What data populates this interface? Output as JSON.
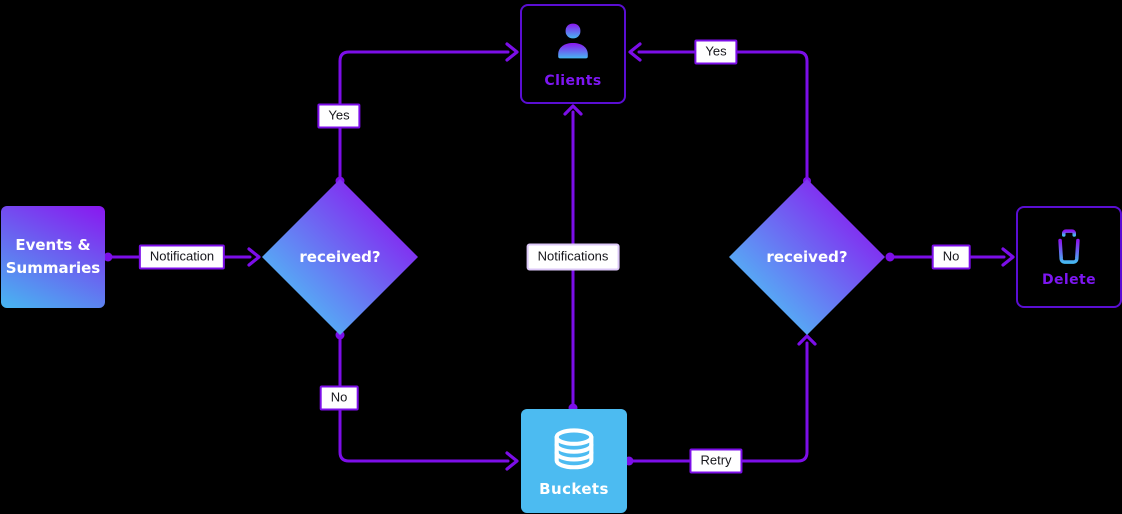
{
  "diagram": {
    "nodes": {
      "events": {
        "label_line1": "Events &",
        "label_line2": "Summaries"
      },
      "decision_left": {
        "label": "received?"
      },
      "decision_right": {
        "label": "received?"
      },
      "clients": {
        "label": "Clients",
        "icon": "person-icon"
      },
      "buckets": {
        "label": "Buckets",
        "icon": "database-icon"
      },
      "delete": {
        "label": "Delete",
        "icon": "trash-icon"
      }
    },
    "edges": {
      "notification": {
        "label": "Notification",
        "from": "events",
        "to": "decision_left"
      },
      "yes_left": {
        "label": "Yes",
        "from": "decision_left",
        "to": "clients"
      },
      "no_left": {
        "label": "No",
        "from": "decision_left",
        "to": "buckets"
      },
      "notifications": {
        "label": "Notifications",
        "from": "buckets",
        "to": "clients"
      },
      "retry": {
        "label": "Retry",
        "from": "buckets",
        "to": "decision_right"
      },
      "yes_right": {
        "label": "Yes",
        "from": "decision_right",
        "to": "clients"
      },
      "no_right": {
        "label": "No",
        "from": "decision_right",
        "to": "delete"
      }
    },
    "colors": {
      "background": "#000000",
      "edge_purple": "#7C0EE8",
      "node_border_purple": "#5A0ED2",
      "node_text_purple": "#7D16F2",
      "gradient_purple": "#8A16F0",
      "gradient_cyan": "#47B7F1",
      "gradient_cyan_bright": "#4ACCF6",
      "buckets_blue": "#4CBBF1",
      "label_border_light": "#DCC8F7"
    }
  }
}
